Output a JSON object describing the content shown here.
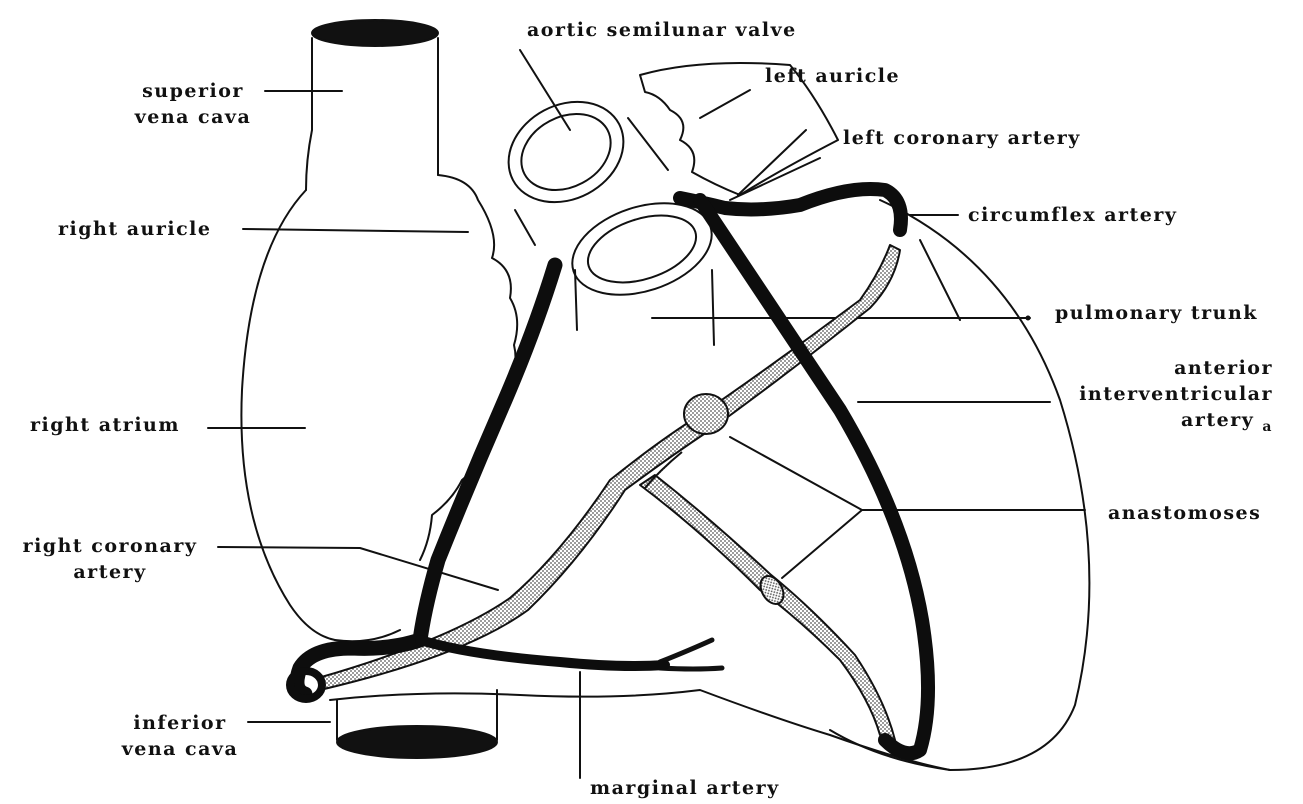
{
  "labels": {
    "superior_vena_cava": [
      "superior",
      "vena cava"
    ],
    "right_auricle": "right auricle",
    "right_atrium": "right atrium",
    "right_coronary_artery": [
      "right coronary",
      "artery"
    ],
    "inferior_vena_cava": [
      "inferior",
      "vena cava"
    ],
    "marginal_artery": "marginal artery",
    "aortic_semilunar_valve": "aortic semilunar valve",
    "left_auricle": "left auricle",
    "left_coronary_artery": "left coronary artery",
    "circumflex_artery": "circumflex artery",
    "pulmonary_trunk": "pulmonary trunk",
    "anterior_interventricular_artery": [
      "anterior",
      "interventricular",
      "artery"
    ],
    "anterior_interventricular_artery_marker": "a",
    "anastomoses": "anastomoses"
  },
  "colors": {
    "line": "#111111",
    "vessel_dark": "#0d0d0d",
    "vessel_stippled": "#c9c9c9",
    "background": "#ffffff"
  }
}
